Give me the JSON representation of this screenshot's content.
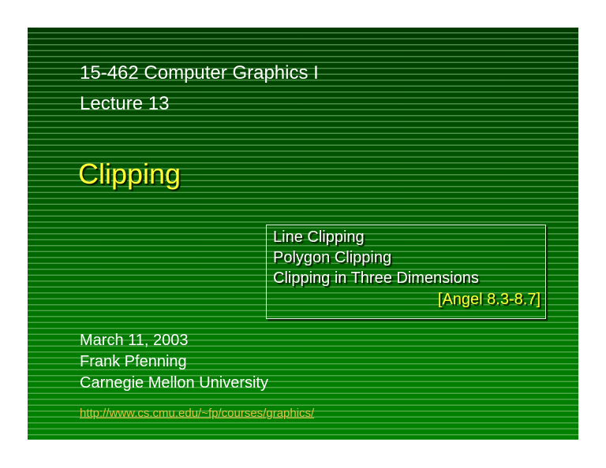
{
  "slide": {
    "course": "15-462 Computer Graphics I",
    "lecture": "Lecture 13",
    "title": "Clipping",
    "topics": [
      "Line Clipping",
      "Polygon Clipping",
      "Clipping in Three Dimensions"
    ],
    "reference": "[Angel 8.3-8.7]",
    "date": "March 11, 2003",
    "author": "Frank Pfenning",
    "institution": "Carnegie Mellon University",
    "url": "http://www.cs.cmu.edu/~fp/courses/graphics/"
  },
  "colors": {
    "background_top": "#003b00",
    "background_bottom": "#008200",
    "title": "#ffff33",
    "text": "#ffffff",
    "link": "#e0c040"
  }
}
